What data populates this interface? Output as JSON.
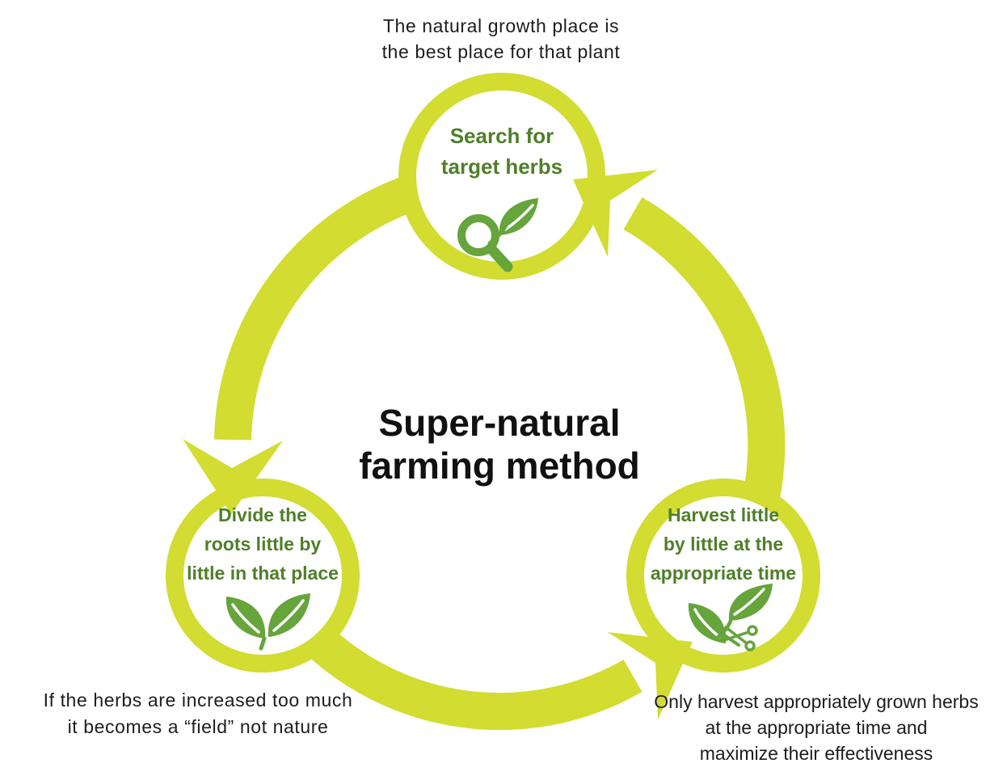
{
  "title": {
    "lines": [
      "Super-natural",
      "farming method"
    ]
  },
  "nodes": [
    {
      "id": "search",
      "label_lines": [
        "Search for",
        "target herbs"
      ],
      "icon": "magnifier-leaf"
    },
    {
      "id": "divide",
      "label_lines": [
        "Divide the",
        "roots little by",
        "little in that place"
      ],
      "icon": "two-leaves"
    },
    {
      "id": "harvest",
      "label_lines": [
        "Harvest little",
        "by little at the",
        "appropriate time"
      ],
      "icon": "leaves-scissors"
    }
  ],
  "captions": [
    {
      "position": "top",
      "lines": [
        "The natural growth place is",
        "the best place for that plant"
      ]
    },
    {
      "position": "bottom-left",
      "lines": [
        "If the herbs are increased too much",
        "it becomes a “field” not nature"
      ]
    },
    {
      "position": "bottom-right",
      "lines": [
        "Only harvest appropriately grown herbs",
        "at the appropriate time and",
        "maximize their effectiveness"
      ]
    }
  ],
  "colors": {
    "accent": "#d2dc31",
    "icon": "#66a43c",
    "label": "#4f7f2a",
    "text": "#1d1d1b",
    "bg": "#ffffff"
  }
}
